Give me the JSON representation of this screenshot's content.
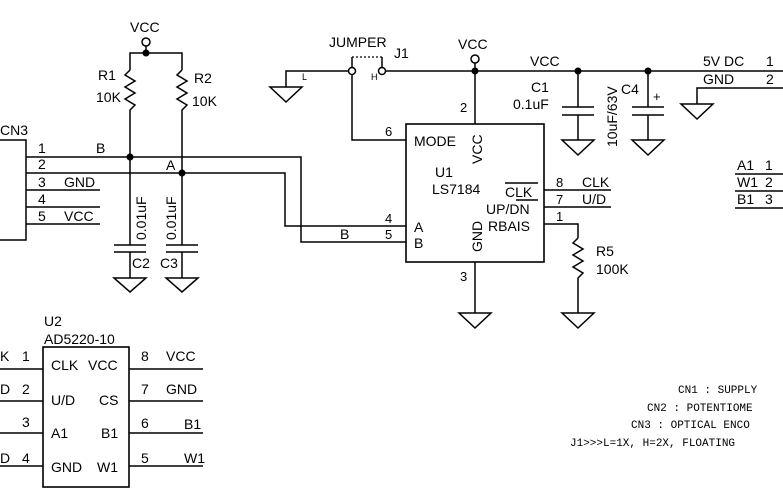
{
  "cn1": {
    "pins": [
      "1",
      "2"
    ],
    "nets": [
      "5V DC",
      "GND"
    ]
  },
  "cn2": {
    "pins": [
      "1",
      "2",
      "3"
    ],
    "nets": [
      "A1",
      "W1",
      "B1"
    ]
  },
  "cn3": {
    "label": "CN3",
    "pins": [
      "1",
      "2",
      "3",
      "4",
      "5"
    ],
    "nets": [
      "B",
      "",
      "GND",
      "",
      "VCC"
    ]
  },
  "r1": {
    "ref": "R1",
    "value": "10K"
  },
  "r2": {
    "ref": "R2",
    "value": "10K"
  },
  "r5": {
    "ref": "R5",
    "value": "100K"
  },
  "c1": {
    "ref": "C1",
    "value": "0.1uF"
  },
  "c2": {
    "ref": "C2",
    "value": "0.01uF"
  },
  "c3": {
    "ref": "C3",
    "value": "0.01uF"
  },
  "c4": {
    "ref": "C4",
    "value": "10uF/63V",
    "polarity": "+"
  },
  "vcc": "VCC",
  "jumper": {
    "label": "JUMPER",
    "ref": "J1",
    "low": "L",
    "high": "H"
  },
  "nets": {
    "a": "A",
    "b": "B"
  },
  "u1": {
    "ref": "U1",
    "part": "LS7184",
    "pins": {
      "mode": "MODE",
      "vcc": "VCC",
      "gnd": "GND",
      "a": "A",
      "b": "B",
      "clk": "CLK",
      "updn": "UP/DN",
      "rbais": "RBAIS",
      "n2": "2",
      "n3": "3",
      "n4": "4",
      "n5": "5",
      "n6": "6",
      "n7": "7",
      "n8": "8",
      "n1": "1"
    },
    "out_clk": "CLK",
    "out_ud": "U/D"
  },
  "u2": {
    "ref": "U2",
    "part": "AD5220-10",
    "left": [
      {
        "num": "1",
        "name": "CLK",
        "net": "K"
      },
      {
        "num": "2",
        "name": "U/D",
        "net": "D"
      },
      {
        "num": "3",
        "name": "A1",
        "net": ""
      },
      {
        "num": "4",
        "name": "GND",
        "net": "D"
      }
    ],
    "right": [
      {
        "num": "8",
        "name": "VCC",
        "net": "VCC"
      },
      {
        "num": "7",
        "name": "CS",
        "net": "GND"
      },
      {
        "num": "6",
        "name": "B1",
        "net": "B1"
      },
      {
        "num": "5",
        "name": "W1",
        "net": "W1"
      }
    ]
  },
  "notes": [
    "CN1 : SUPPLY",
    "CN2 : POTENTIOME",
    "CN3 : OPTICAL ENCO",
    "J1>>>L=1X, H=2X, FLOATING"
  ]
}
